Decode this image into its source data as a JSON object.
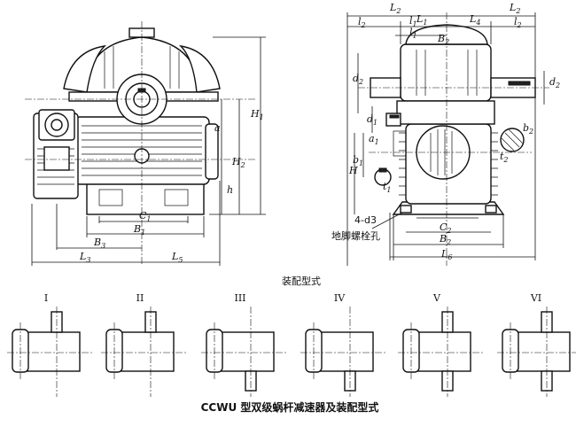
{
  "diagram": {
    "title": "CCWU 型双级蜗杆减速器及装配型式",
    "assembly_heading": "装配型式",
    "foundation_bolt_label": "地脚螺栓孔",
    "bolt_spec": "4-d3"
  },
  "front_view_labels": [
    {
      "main": "C",
      "sub": "1"
    },
    {
      "main": "B",
      "sub": "1"
    },
    {
      "main": "B",
      "sub": "3"
    },
    {
      "main": "L",
      "sub": "3"
    },
    {
      "main": "L",
      "sub": "5"
    },
    {
      "main": "H",
      "sub": "1"
    },
    {
      "main": "H",
      "sub": "2"
    },
    {
      "main": "a",
      "sub": ""
    },
    {
      "main": "h",
      "sub": ""
    }
  ],
  "side_view_labels": [
    {
      "main": "L",
      "sub": "2"
    },
    {
      "main": "L",
      "sub": "1"
    },
    {
      "main": "L",
      "sub": "4"
    },
    {
      "main": "L",
      "sub": "2"
    },
    {
      "main": "l",
      "sub": "2"
    },
    {
      "main": "l",
      "sub": "1"
    },
    {
      "main": "l",
      "sub": "1"
    },
    {
      "main": "l",
      "sub": "2"
    },
    {
      "main": "B",
      "sub": "2"
    },
    {
      "main": "C",
      "sub": "2"
    },
    {
      "main": "B",
      "sub": "2"
    },
    {
      "main": "L",
      "sub": "6"
    },
    {
      "main": "H",
      "sub": ""
    },
    {
      "main": "d",
      "sub": "2"
    },
    {
      "main": "d",
      "sub": "2"
    },
    {
      "main": "d",
      "sub": "1"
    },
    {
      "main": "a",
      "sub": "1"
    },
    {
      "main": "b",
      "sub": "1"
    },
    {
      "main": "t",
      "sub": "1"
    },
    {
      "main": "b",
      "sub": "2"
    },
    {
      "main": "t",
      "sub": "2"
    }
  ],
  "assembly_types": [
    "I",
    "II",
    "III",
    "IV",
    "V",
    "VI"
  ]
}
